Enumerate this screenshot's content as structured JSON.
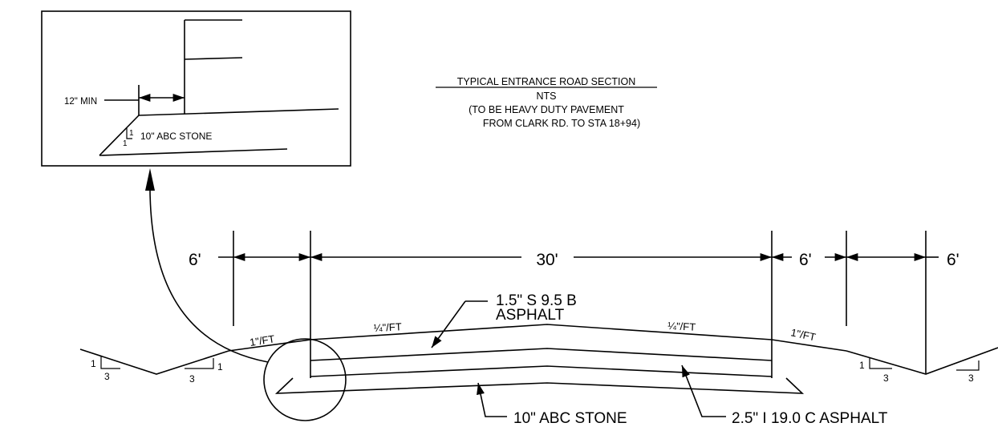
{
  "title": {
    "heading": "TYPICAL ENTRANCE ROAD SECTION",
    "scale": "NTS",
    "note_line1": "(TO BE HEAVY DUTY PAVEMENT",
    "note_line2": "FROM CLARK RD. TO STA 18+94)"
  },
  "detail": {
    "min_label": "12\" MIN",
    "stone_label": "10\" ABC STONE",
    "slope_rise": "1",
    "slope_run": "1"
  },
  "dimensions": {
    "left_shoulder": "6'",
    "travel_width": "30'",
    "right_shoulder": "6'",
    "far_right": "6'"
  },
  "slopes": {
    "left_shoulder": "1\"/FT",
    "left_lane": "¼\"/FT",
    "right_lane": "¼\"/FT",
    "right_shoulder": "1\"/FT"
  },
  "ditch": {
    "left_outer_rise": "1",
    "left_outer_run": "3",
    "left_inner_run": "3",
    "left_inner_rise": "1",
    "right_inner_rise": "1",
    "right_inner_run": "3",
    "right_outer_run": "3"
  },
  "layers": {
    "surface_line1": "1.5\" S 9.5 B",
    "surface_line2": "ASPHALT",
    "base_stone": "10\" ABC STONE",
    "intermediate": "2.5\" I 19.0 C ASPHALT"
  }
}
